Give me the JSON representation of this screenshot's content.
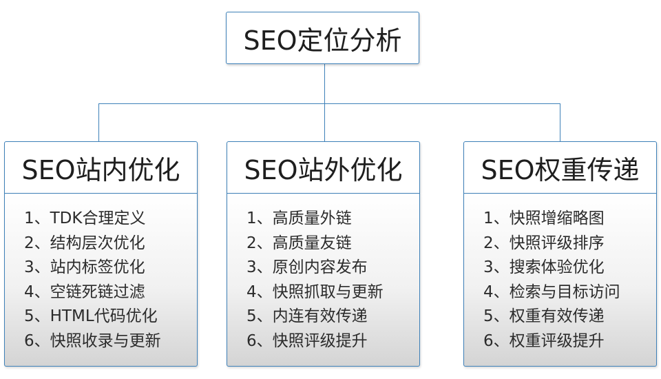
{
  "root": {
    "title": "SEO定位分析"
  },
  "columns": [
    {
      "title": "SEO站内优化",
      "items": [
        "1、TDK合理定义",
        "2、结构层次优化",
        "3、站内标签优化",
        "4、空链死链过滤",
        "5、HTML代码优化",
        "6、快照收录与更新"
      ]
    },
    {
      "title": "SEO站外优化",
      "items": [
        "1、高质量外链",
        "2、高质量友链",
        "3、原创内容发布",
        "4、快照抓取与更新",
        "5、内连有效传递",
        "6、快照评级提升"
      ]
    },
    {
      "title": "SEO权重传递",
      "items": [
        "1、快照增缩略图",
        "2、快照评级排序",
        "3、搜索体验优化",
        "4、检索与目标访问",
        "5、权重有效传递",
        "6、权重评级提升"
      ]
    }
  ],
  "colors": {
    "line": "#3d80b8",
    "border": "#3d80b8",
    "text": "#1e1e1e"
  }
}
